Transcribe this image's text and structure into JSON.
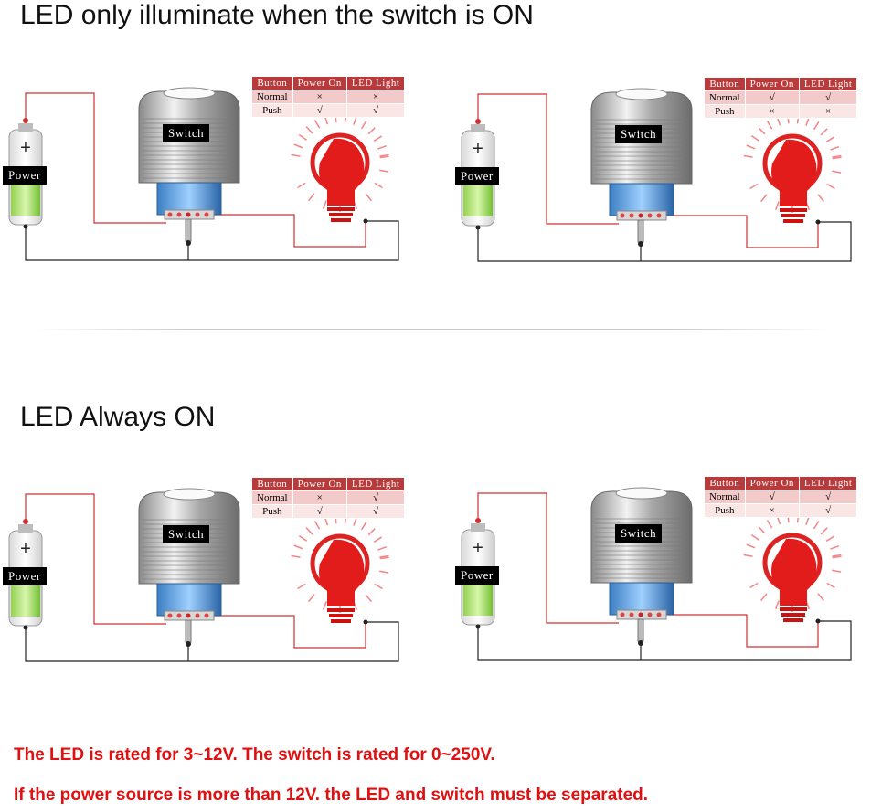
{
  "headings": {
    "top": "LED only illuminate when the switch is ON",
    "bottom": "LED Always ON"
  },
  "labels": {
    "switch": "Switch",
    "power": "Power",
    "plus": "+"
  },
  "table_header": [
    "Button",
    "Power On",
    "LED Light"
  ],
  "row_labels": [
    "Normal",
    "Push"
  ],
  "symbols": {
    "yes": "√",
    "no": "×"
  },
  "panels": [
    {
      "rows": [
        [
          "×",
          "×"
        ],
        [
          "√",
          "√"
        ]
      ]
    },
    {
      "rows": [
        [
          "√",
          "√"
        ],
        [
          "×",
          "×"
        ]
      ]
    },
    {
      "rows": [
        [
          "×",
          "√"
        ],
        [
          "√",
          "√"
        ]
      ]
    },
    {
      "rows": [
        [
          "√",
          "√"
        ],
        [
          "×",
          "√"
        ]
      ]
    }
  ],
  "notes": {
    "line1": "The LED is rated for 3~12V. The switch is rated for 0~250V.",
    "line2": "If the power source is more than 12V. the LED and switch must be separated."
  },
  "colors": {
    "wire_red": "#d03030",
    "wire_black": "#222222",
    "accent": "#b83a3a",
    "note": "#e01010"
  }
}
